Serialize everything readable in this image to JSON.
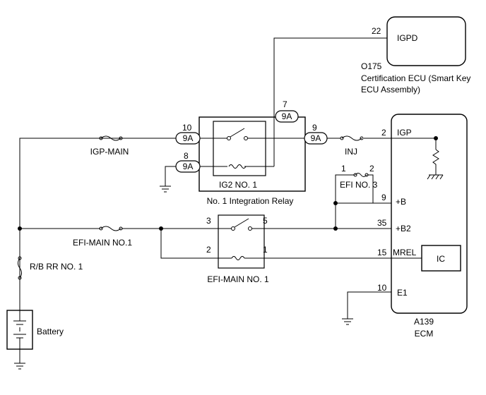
{
  "components": {
    "certification_ecu": {
      "terminal": "IGPD",
      "pin": "22",
      "code": "O175",
      "name_line1": "Certification ECU (Smart Key",
      "name_line2": "ECU Assembly)"
    },
    "ecm": {
      "code": "A139",
      "name": "ECM",
      "ic": "IC",
      "terminals": [
        {
          "pin": "2",
          "label": "IGP"
        },
        {
          "pin": "9",
          "label": "+B"
        },
        {
          "pin": "35",
          "label": "+B2"
        },
        {
          "pin": "15",
          "label": "MREL"
        },
        {
          "pin": "10",
          "label": "E1"
        }
      ]
    },
    "integration_relay": {
      "relay_name": "IG2 NO. 1",
      "assembly_name": "No. 1 Integration Relay",
      "connector": "9A",
      "pins": {
        "in_switch": "10",
        "in_coil": "8",
        "coil_out": "7",
        "switch_out": "9"
      }
    },
    "efi_main_relay": {
      "name": "EFI-MAIN NO. 1",
      "pins": {
        "switch_in": "3",
        "switch_out": "5",
        "coil_in": "2",
        "coil_out": "1"
      }
    },
    "fuses": {
      "igp_main": "IGP-MAIN",
      "inj": "INJ",
      "efi_no3": "EFI NO. 3",
      "efi_no3_pin_a": "1",
      "efi_no3_pin_b": "2",
      "efi_main": "EFI-MAIN NO.1",
      "rb_rr": "R/B RR NO. 1"
    },
    "battery": {
      "label": "Battery"
    }
  }
}
